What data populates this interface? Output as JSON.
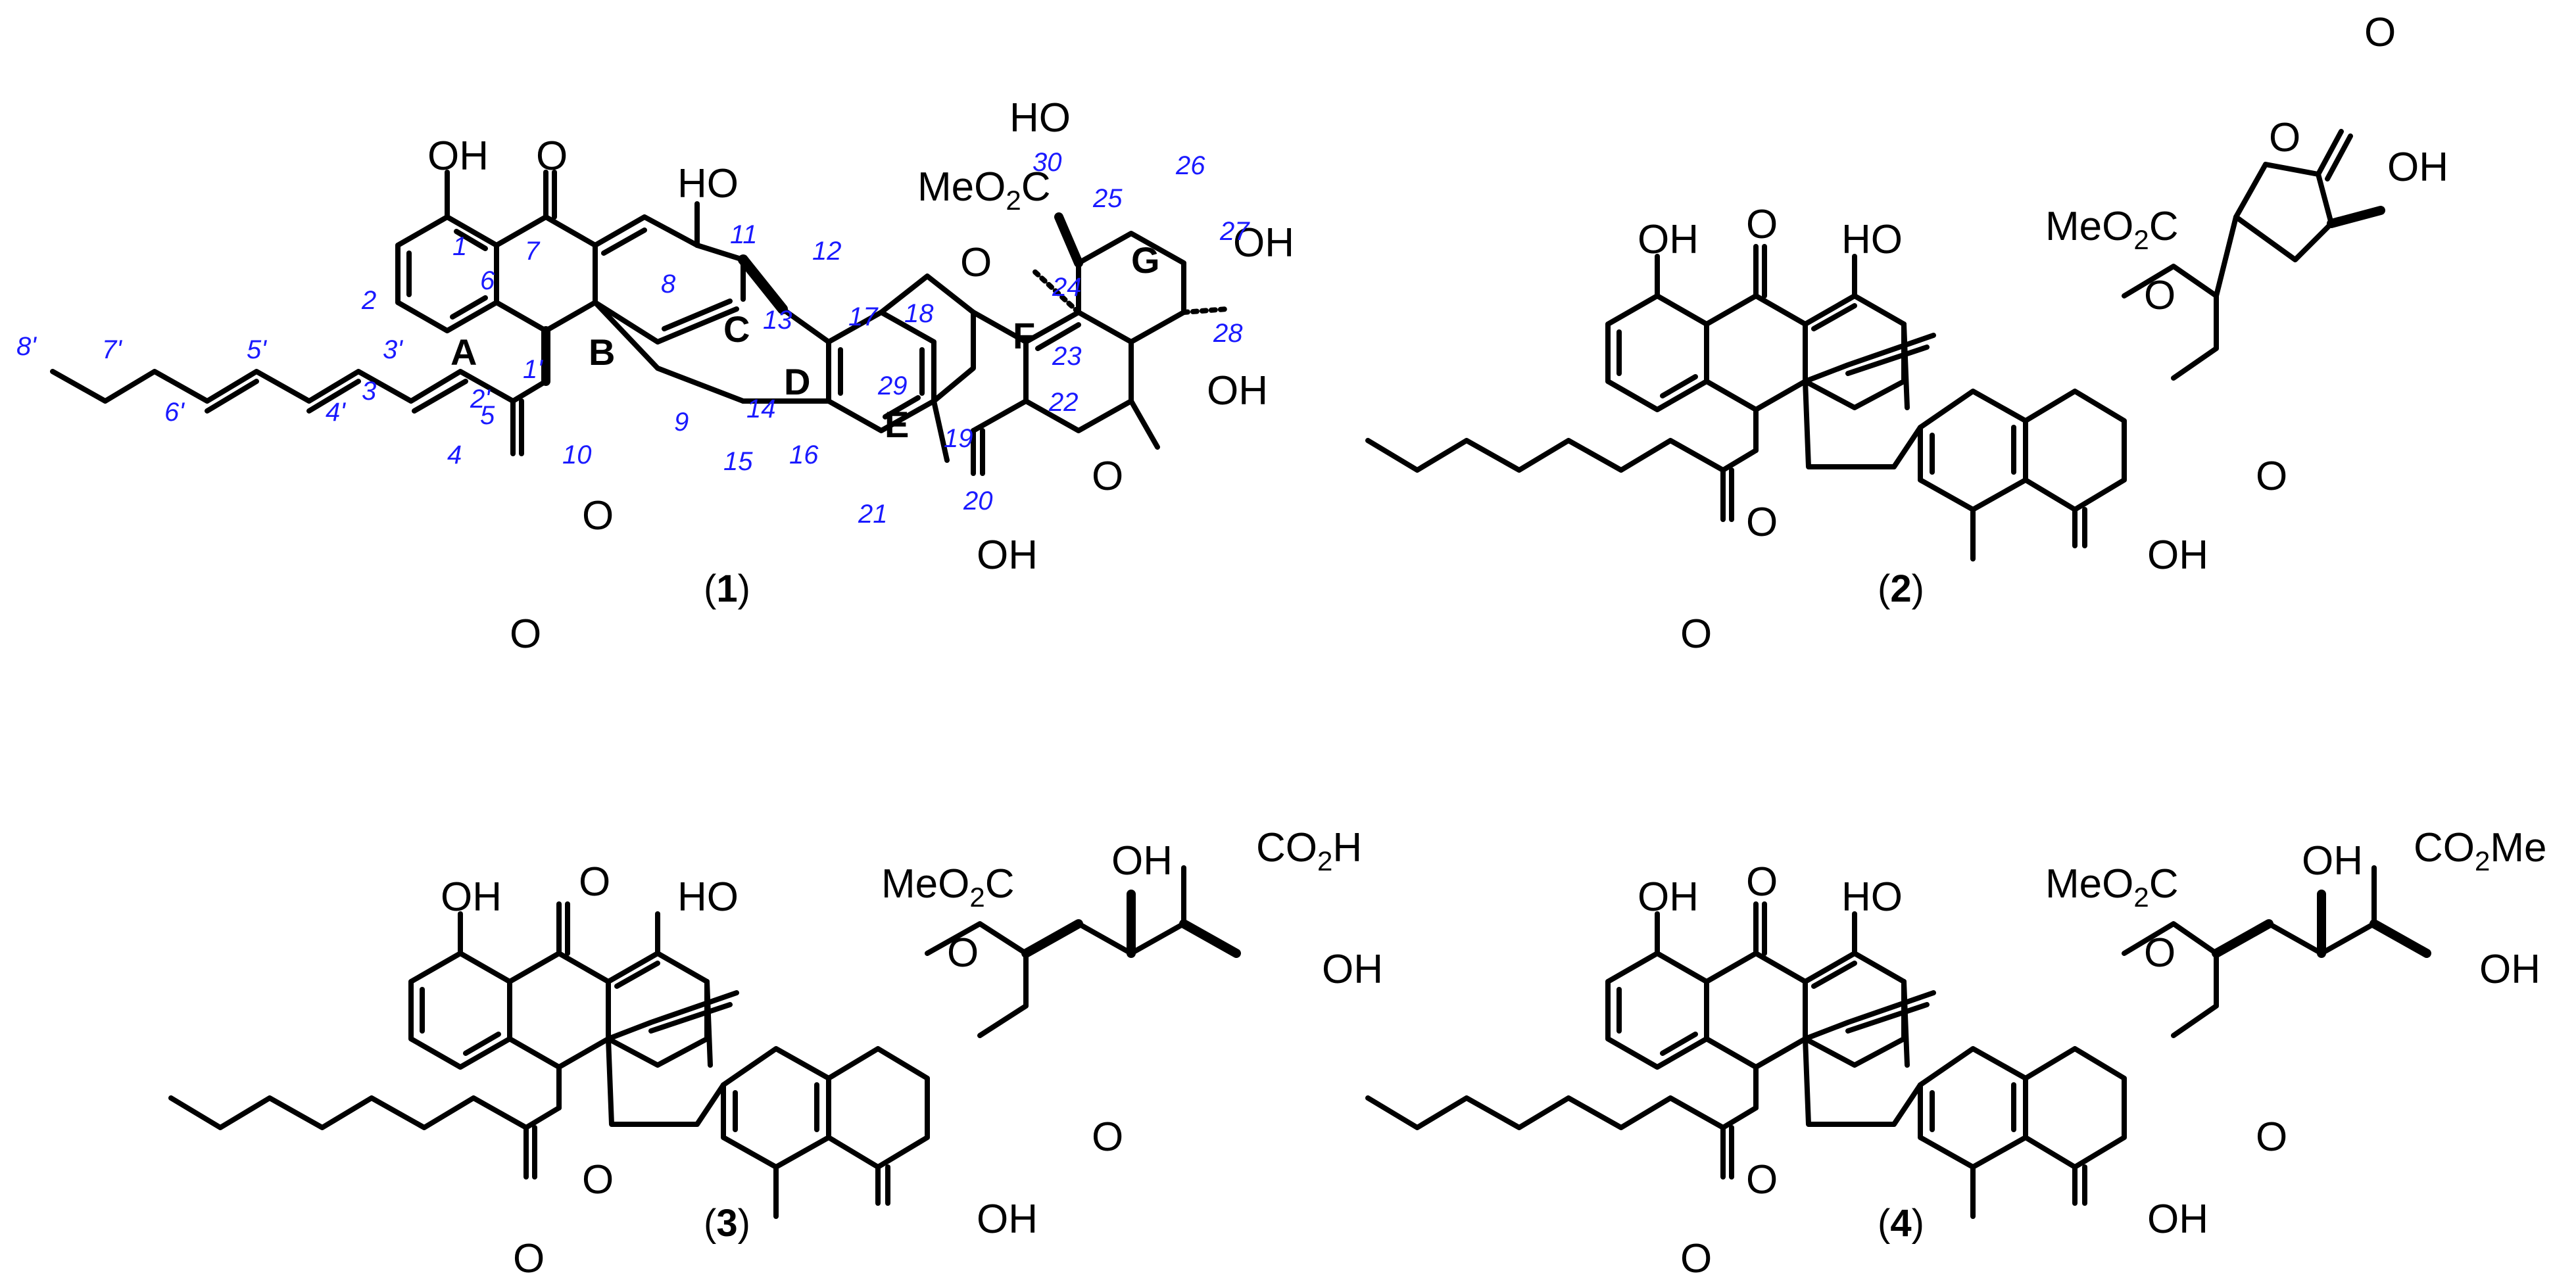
{
  "compounds": [
    {
      "id": "1",
      "atoms": {
        "oh_a": "OH",
        "o_c7": "O",
        "oh_c11": "HO",
        "ester": "MeO",
        "ester_sub": "2",
        "ester_c": "C",
        "oh_c25": "HO",
        "oh_c27": "OH",
        "o_ring": "O",
        "oh_c28": "OH",
        "o_c22": "O",
        "oh_c20": "OH",
        "o_c10": "O",
        "o_carbonyl": "O"
      },
      "rings": [
        "A",
        "B",
        "C",
        "D",
        "E",
        "F",
        "G"
      ],
      "numbering": [
        "1",
        "2",
        "3",
        "4",
        "5",
        "6",
        "7",
        "8",
        "9",
        "10",
        "11",
        "12",
        "13",
        "14",
        "15",
        "16",
        "17",
        "18",
        "19",
        "20",
        "21",
        "22",
        "23",
        "24",
        "25",
        "26",
        "27",
        "28",
        "29",
        "30",
        "1'",
        "2'",
        "3'",
        "4'",
        "5'",
        "6'",
        "7'",
        "8'"
      ]
    },
    {
      "id": "2",
      "atoms": {
        "oh_a": "OH",
        "o_c7": "O",
        "oh_c11": "HO",
        "ester": "MeO",
        "ester_sub": "2",
        "ester_c": "C",
        "o_ring": "O",
        "o_c22": "O",
        "oh_c20": "OH",
        "o_lactone": "O",
        "o_lactone_co": "O",
        "oh_lactone": "OH",
        "o_c10": "O",
        "o_carbonyl": "O"
      }
    },
    {
      "id": "3",
      "atoms": {
        "oh_a": "OH",
        "o_c7": "O",
        "oh_c11": "HO",
        "ester": "MeO",
        "ester_sub": "2",
        "ester_c": "C",
        "o_ring": "O",
        "o_c22": "O",
        "oh_c20": "OH",
        "oh_side": "OH",
        "acid": "CO",
        "acid_sub": "2",
        "acid_h": "H",
        "oh_side2": "OH",
        "o_c10": "O",
        "o_carbonyl": "O"
      }
    },
    {
      "id": "4",
      "atoms": {
        "oh_a": "OH",
        "o_c7": "O",
        "oh_c11": "HO",
        "ester": "MeO",
        "ester_sub": "2",
        "ester_c": "C",
        "o_ring": "O",
        "o_c22": "O",
        "oh_c20": "OH",
        "oh_side": "OH",
        "acid": "CO",
        "acid_sub": "2",
        "acid_h": "Me",
        "oh_side2": "OH",
        "o_c10": "O",
        "o_carbonyl": "O"
      }
    }
  ]
}
